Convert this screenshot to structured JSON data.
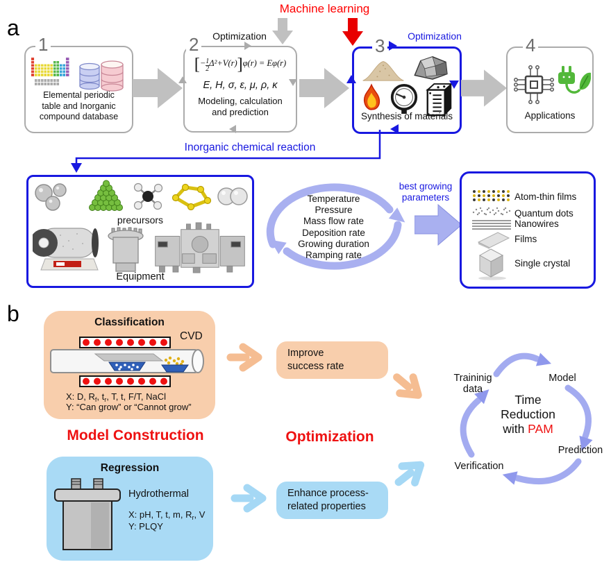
{
  "colors": {
    "blue_accent": "#1818E0",
    "red_title": "#EE1111",
    "machine_learning_red": "#FF0000",
    "gray_border": "#ABABAB",
    "gray_arrow": "#C0C0C0",
    "peach_fill": "#F8CEAC",
    "peach_arrow": "#F5BD92",
    "lightblue_fill": "#A9DAF5",
    "periwinkle_arrow": "#A9B0F0"
  },
  "panel_a": {
    "label": "a",
    "machine_learning": "Machine learning",
    "optimization_top": "Optimization",
    "optimization_blue": "Optimization",
    "inorganic_reaction": "Inorganic chemical reaction",
    "box1": {
      "number": "1",
      "caption_1": "Elemental periodic",
      "caption_2": "table and Inorganic",
      "caption_3": "compound database"
    },
    "box2": {
      "number": "2",
      "eq_lbracket": "[",
      "eq_minus": "−",
      "eq_num": "1",
      "eq_den": "2",
      "eq_body": "Δ²+V(r)",
      "eq_rbracket": "]",
      "eq_rest": "φ(r) = Eφ(r)",
      "symbols": "E, H, σ, ε, μ, ρ, κ",
      "caption_1": "Modeling, calculation",
      "caption_2": "and prediction"
    },
    "box3": {
      "number": "3",
      "caption": "Synthesis of materials"
    },
    "box4": {
      "number": "4",
      "caption": "Applications"
    },
    "precursors_box": {
      "precursors_label": "precursors",
      "equipment_label": "Equipment"
    },
    "cycle_params": [
      "Temperature",
      "Pressure",
      "Mass flow rate",
      "Deposition rate",
      "Growing duration",
      "Ramping rate"
    ],
    "best_growing_1": "best growing",
    "best_growing_2": "parameters",
    "products": [
      "Atom-thin films",
      "Quantum dots",
      "Nanowires",
      "Films",
      "Single crystal"
    ]
  },
  "panel_b": {
    "label": "b",
    "classification": {
      "title": "Classification",
      "cvd_label": "CVD",
      "x_p1": "X: D, R",
      "x_s1": "f",
      "x_p2": ", t",
      "x_s2": "r",
      "x_p3": ", T, t, F/T, NaCl",
      "y_line": "Y: “Can grow” or “Cannot grow”"
    },
    "model_construction": "Model Construction",
    "optimization": "Optimization",
    "regression": {
      "title": "Regression",
      "method": "Hydrothermal",
      "x_p1": "X: pH, T, t, m, R",
      "x_s1": "r",
      "x_p2": ", V",
      "y_line": "Y: PLQY"
    },
    "improve_1": "Improve",
    "improve_2": "success rate",
    "enhance_1": "Enhance process-",
    "enhance_2": "related properties",
    "cycle": {
      "training_1": "Traininig",
      "training_2": "data",
      "model": "Model",
      "prediction": "Prediction",
      "verification": "Verification",
      "center_1": "Time",
      "center_2": "Reduction",
      "center_3": "with ",
      "center_pam": "PAM"
    }
  }
}
